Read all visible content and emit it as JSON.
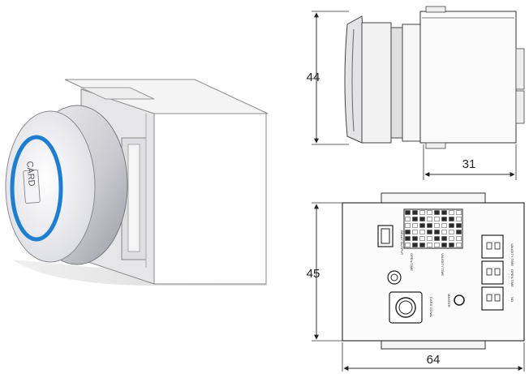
{
  "iso_view": {
    "button_legend": "CARD",
    "ring_color": "#1e7fd0"
  },
  "side_view": {
    "height_dim": "44",
    "depth_dim": "31"
  },
  "back_view": {
    "height_dim": "45",
    "width_dim": "64",
    "labels": {
      "relay_output": "RELAY OUTPUT",
      "open_time": "OPEN TIME",
      "validity_time": "VALIDITY TIME",
      "card_connector": "CARD CONN.",
      "master": "MASTER",
      "validity_time_right": "VALIDITY TIME",
      "open_time_right": "OPEN TIME",
      "no": "NO"
    }
  }
}
